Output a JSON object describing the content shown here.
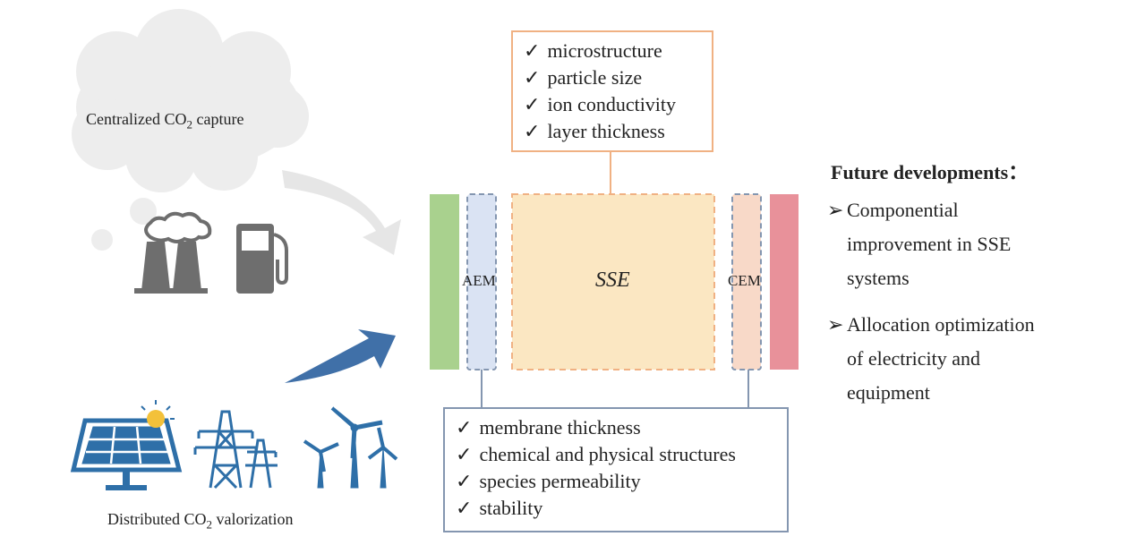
{
  "cloud": {
    "text_before": "Centralized CO",
    "sub": "2",
    "text_after": " capture"
  },
  "distributed": {
    "text_before": "Distributed CO",
    "sub": "2",
    "text_after": " valorization"
  },
  "top_box": {
    "items": [
      "microstructure",
      "particle size",
      "ion conductivity",
      "layer thickness"
    ]
  },
  "bottom_box": {
    "items": [
      "membrane thickness",
      "chemical and physical structures",
      "species permeability",
      "stability"
    ]
  },
  "check_symbol": "✓",
  "layers": {
    "aem": "AEM",
    "sse": "SSE",
    "cem": "CEM"
  },
  "future": {
    "title": "Future developments：",
    "bullet": "➢",
    "items": [
      {
        "lines": [
          "Componential",
          "improvement in SSE",
          "systems"
        ]
      },
      {
        "lines": [
          "Allocation optimization",
          "of electricity and",
          "equipment"
        ]
      }
    ]
  },
  "colors": {
    "green_electrode": "#a9d18e",
    "red_electrode": "#e8919a",
    "aem_fill": "#dae3f3",
    "cem_fill": "#f8d9c8",
    "sse_fill": "#fbe7c2",
    "orange_border": "#f0b183",
    "blue_border": "#8496b0",
    "icon_blue": "#2e6fa8",
    "icon_gray": "#6e6e6e"
  },
  "icons": [
    "cloud-icon",
    "factory-icon",
    "fuel-pump-icon",
    "solar-panel-icon",
    "power-tower-icon",
    "wind-turbine-icon"
  ]
}
